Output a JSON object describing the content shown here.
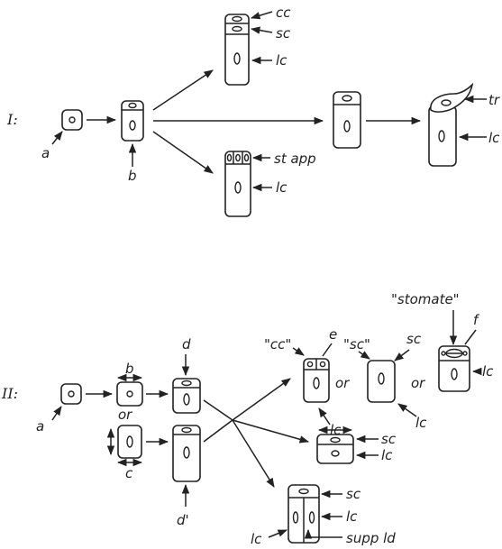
{
  "panel_I": {
    "roman": "I:",
    "labels": {
      "a": "a",
      "b": "b",
      "cc": "cc",
      "sc": "sc",
      "lc_top": "lc",
      "st_app": "st app",
      "lc_bottom": "lc",
      "tr": "tr",
      "lc_tr": "lc"
    }
  },
  "panel_II": {
    "roman": "II:",
    "labels": {
      "a": "a",
      "b": "b",
      "or_left": "or",
      "c": "c",
      "d": "d",
      "d_prime": "d'",
      "cc_quoted": "\"cc\"",
      "e": "e",
      "lc_1": "lc",
      "sc_quoted": "\"sc\"",
      "or_1": "or",
      "sc_2": "sc",
      "or_2": "or",
      "lc_2": "lc",
      "stomate": "\"stomate\"",
      "f": "f",
      "lc_3": "lc",
      "sc_mid": "sc",
      "lc_mid": "lc",
      "sc_low": "sc",
      "lc_low": "lc",
      "lc_left_low": "lc",
      "supp_ld": "supp ld"
    }
  }
}
